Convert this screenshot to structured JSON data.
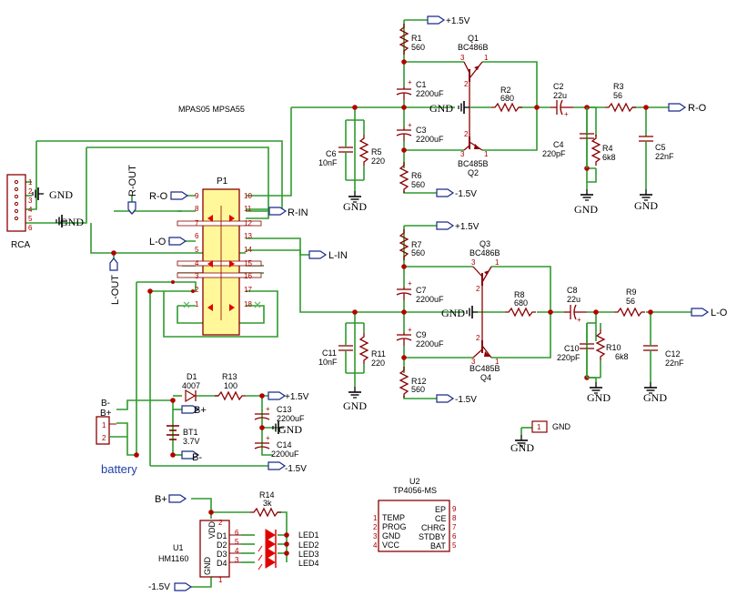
{
  "components": {
    "R1": {
      "ref": "R1",
      "value": "560"
    },
    "R2": {
      "ref": "R2",
      "value": "680"
    },
    "R3": {
      "ref": "R3",
      "value": "56"
    },
    "R4": {
      "ref": "R4",
      "value": "6k8"
    },
    "R5": {
      "ref": "R5",
      "value": "220"
    },
    "R6": {
      "ref": "R6",
      "value": "560"
    },
    "R7": {
      "ref": "R7",
      "value": "560"
    },
    "R8": {
      "ref": "R8",
      "value": "680"
    },
    "R9": {
      "ref": "R9",
      "value": "56"
    },
    "R10": {
      "ref": "R10",
      "value": "6k8"
    },
    "R11": {
      "ref": "R11",
      "value": "220"
    },
    "R12": {
      "ref": "R12",
      "value": "560"
    },
    "R13": {
      "ref": "R13",
      "value": "100"
    },
    "R14": {
      "ref": "R14",
      "value": "3k"
    },
    "C1": {
      "ref": "C1",
      "value": "2200uF"
    },
    "C2": {
      "ref": "C2",
      "value": "22u"
    },
    "C3": {
      "ref": "C3",
      "value": "2200uF"
    },
    "C4": {
      "ref": "C4",
      "value": "220pF"
    },
    "C5": {
      "ref": "C5",
      "value": "22nF"
    },
    "C6": {
      "ref": "C6",
      "value": "10nF"
    },
    "C7": {
      "ref": "C7",
      "value": "2200uF"
    },
    "C8": {
      "ref": "C8",
      "value": "22u"
    },
    "C9": {
      "ref": "C9",
      "value": "2200uF"
    },
    "C10": {
      "ref": "C10",
      "value": "220pF"
    },
    "C11": {
      "ref": "C11",
      "value": "10nF"
    },
    "C12": {
      "ref": "C12",
      "value": "22nF"
    },
    "C13": {
      "ref": "C13",
      "value": "2200uF"
    },
    "C14": {
      "ref": "C14",
      "value": "2200uF"
    },
    "Q1": {
      "ref": "Q1",
      "value": "BC486B"
    },
    "Q2": {
      "ref": "Q2",
      "value": "BC485B"
    },
    "Q3": {
      "ref": "Q3",
      "value": "BC486B"
    },
    "Q4": {
      "ref": "Q4",
      "value": "BC485B"
    },
    "D1": {
      "ref": "D1",
      "value": "4007"
    },
    "BT1": {
      "ref": "BT1",
      "value": "3.7V"
    },
    "P1": {
      "ref": "P1"
    },
    "RCA": {
      "ref": "RCA"
    },
    "U1": {
      "ref": "U1",
      "value": "HM1160"
    },
    "U2": {
      "ref": "U2",
      "value": "TP4056-MS"
    }
  },
  "notes": {
    "transistors": "MPAS05 MPSA55",
    "battery": "battery"
  },
  "nets": {
    "vpos": "+1.5V",
    "vneg": "-1.5V",
    "gnd": "GND",
    "r_o": "R-O",
    "l_o": "L-O",
    "r_in": "R-IN",
    "l_in": "L-IN",
    "r_out": "R-OUT",
    "l_out": "L-OUT",
    "b_plus": "B+",
    "b_minus": "B-"
  },
  "p1_pins": [
    "1",
    "2",
    "3",
    "4",
    "5",
    "6",
    "7",
    "8",
    "9",
    "10",
    "11",
    "12",
    "13",
    "14",
    "15",
    "16",
    "17",
    "18"
  ],
  "rca_pins": [
    "1",
    "2",
    "3",
    "4",
    "5",
    "6"
  ],
  "battery_conn_pins": [
    "1",
    "2"
  ],
  "u1": {
    "pins": [
      "VDD",
      "D1",
      "D2",
      "D3",
      "D4",
      "GND"
    ],
    "pin_numbers": [
      "6",
      "5",
      "4",
      "3",
      "2",
      "1"
    ],
    "leds": [
      "LED1",
      "LED2",
      "LED3",
      "LED4"
    ]
  },
  "u2": {
    "left_pins": [
      "TEMP",
      "PROG",
      "GND",
      "VCC"
    ],
    "left_numbers": [
      "1",
      "2",
      "3",
      "4"
    ],
    "right_pins": [
      "EP",
      "CE",
      "CHRG",
      "STDBY",
      "BAT"
    ],
    "right_numbers": [
      "9",
      "8",
      "7",
      "6",
      "5"
    ]
  },
  "gnd_conn_pin": "1",
  "transistor_pins": {
    "b": "2",
    "c": "3",
    "e": "1"
  },
  "colors": {
    "wire": "#2e9a2e",
    "component": "#8b0000",
    "net_flag": "#1a2a8a",
    "switch_body": "#fff799",
    "led": "#e00000"
  }
}
